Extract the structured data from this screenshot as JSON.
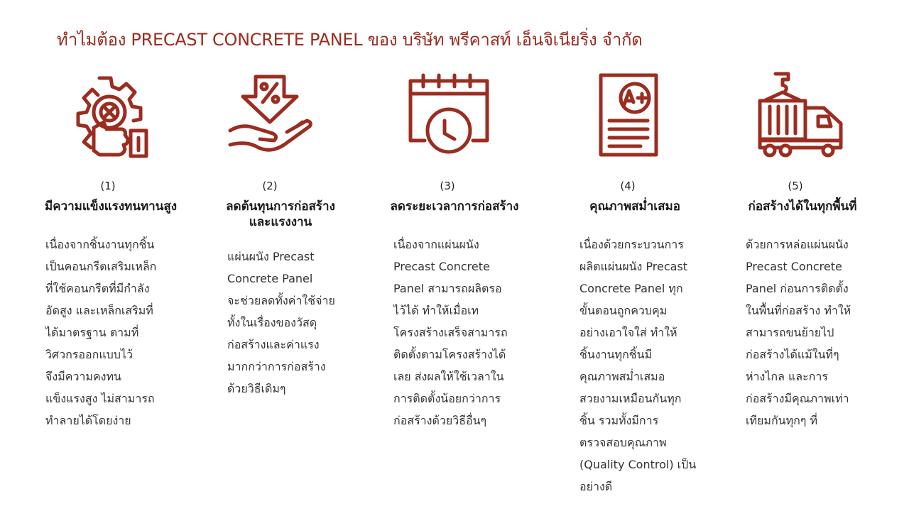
{
  "page": {
    "title": "ทำไมต้อง PRECAST CONCRETE PANEL ของ บริษัท พรีคาสท์ เอ็นจิเนียริ่ง จำกัด",
    "accent_color": "#9b2d20"
  },
  "items": [
    {
      "number": "(1)",
      "icon": "gear-thumbs-up-icon",
      "heading": [
        "มีความแข็งแรงทนทานสูง"
      ],
      "body": [
        "เนื่องจากชิ้นงานทุกชิ้น",
        "เป็นคอนกรีตเสริมเหล็ก",
        "ที่ใช้คอนกรีตที่มีกำลัง",
        "อัดสูง และเหล็กเสริมที่",
        "ได้มาตรฐาน ตามที่",
        "วิศวกรออกแบบไว้",
        "จึงมีความคงทน",
        "แข็งแรงสูง ไม่สามารถ",
        "ทำลายได้โดยง่าย"
      ]
    },
    {
      "number": "(2)",
      "icon": "hand-discount-icon",
      "heading": [
        "ลดต้นทุนการก่อสร้าง",
        "และแรงงาน"
      ],
      "body": [
        "แผ่นผนัง Precast",
        "Concrete Panel",
        "จะช่วยลดทั้งค่าใช้จ่าย",
        "ทั้งในเรื่องของวัสดุ",
        "ก่อสร้างและค่าแรง",
        "มากกว่าการก่อสร้าง",
        "ด้วยวิธีเดิมๆ"
      ]
    },
    {
      "number": "(3)",
      "icon": "calendar-clock-icon",
      "heading": [
        "ลดระยะเวลาการก่อสร้าง"
      ],
      "body": [
        "เนื่องจากแผ่นผนัง",
        "Precast Concrete",
        "Panel สามารถผลิตรอ",
        "ไว้ได้ ทำให้เมื่อเท",
        "โครงสร้างเสร็จสามารถ",
        "ติดตั้งตามโครงสร้างได้",
        "เลย ส่งผลให้ใช้เวลาใน",
        "การติดตั้งน้อยกว่าการ",
        "ก่อสร้างด้วยวิธีอื่นๆ"
      ]
    },
    {
      "number": "(4)",
      "icon": "a-plus-document-icon",
      "heading": [
        "คุณภาพสม่ำเสมอ"
      ],
      "body": [
        "เนื่องด้วยกระบวนการ",
        "ผลิตแผ่นผนัง Precast",
        "Concrete Panel ทุก",
        "ขั้นตอนถูกควบคุม",
        "อย่างเอาใจใส่ ทำให้",
        "ชิ้นงานทุกชิ้นมี",
        "คุณภาพสม่ำเสมอ",
        "สวยงามเหมือนกันทุก",
        "ชิ้น รวมทั้งมีการ",
        "ตรวจสอบคุณภาพ",
        "(Quality Control) เป็น",
        "อย่างดี"
      ]
    },
    {
      "number": "(5)",
      "icon": "container-truck-icon",
      "heading": [
        "ก่อสร้างได้ในทุกพื้นที่"
      ],
      "body": [
        "ด้วยการหล่อแผ่นผนัง",
        "Precast Concrete",
        "Panel ก่อนการติดตั้ง",
        "ในพื้นที่ก่อสร้าง ทำให้",
        "สามารถขนย้ายไป",
        "ก่อสร้างได้แม้ในที่ๆ",
        "ห่างไกล และการ",
        "ก่อสร้างมีคุณภาพเท่า",
        "เทียมกันทุกๆ ที่"
      ]
    }
  ]
}
